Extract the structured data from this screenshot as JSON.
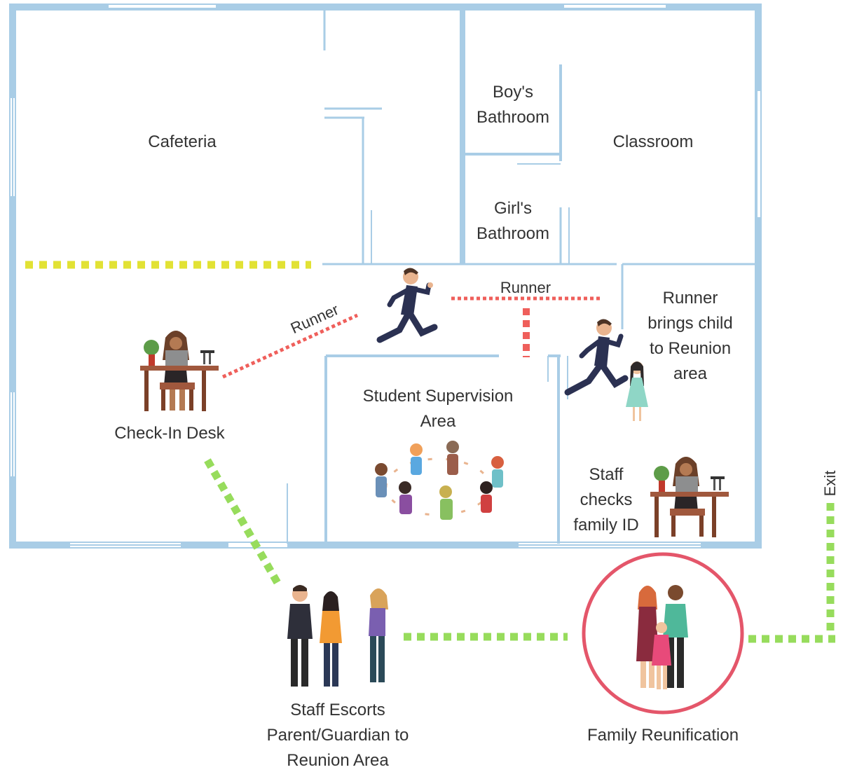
{
  "rooms": {
    "cafeteria": "Cafeteria",
    "boys_bathroom": [
      "Boy's",
      "Bathroom"
    ],
    "girls_bathroom": [
      "Girl's",
      "Bathroom"
    ],
    "classroom": "Classroom",
    "supervision": [
      "Student Supervision",
      "Area"
    ]
  },
  "labels": {
    "runner_diagonal": "Runner",
    "runner_center": "Runner",
    "runner_brings": [
      "Runner",
      "brings child",
      "to Reunion",
      "area"
    ],
    "check_in": "Check-In Desk",
    "staff_checks": [
      "Staff",
      "checks",
      "family ID"
    ],
    "escort": [
      "Staff Escorts",
      "Parent/Guardian to",
      "Reunion Area"
    ],
    "reunification": "Family Reunification",
    "exit": "Exit"
  },
  "icons": [
    "running-person-icon",
    "desk-staff-icon",
    "children-circle-icon",
    "girl-child-icon",
    "adults-group-icon",
    "family-icon"
  ],
  "colors": {
    "wall": "#a9cde6",
    "path_yellow": "#e2e234",
    "path_red": "#ef5f5b",
    "path_green": "#97dc5c",
    "circle": "#e4566a",
    "text": "#333333"
  }
}
